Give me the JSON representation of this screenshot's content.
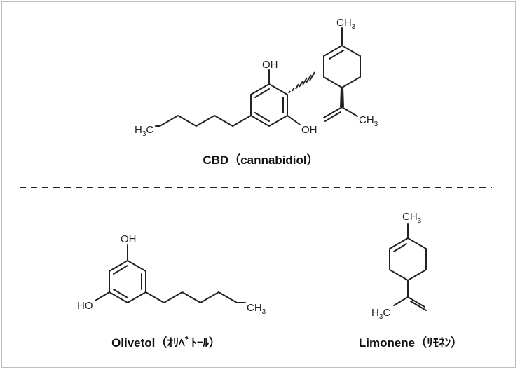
{
  "colors": {
    "border": "#f2c21a",
    "bond": "#222222",
    "divider": "#222222"
  },
  "cbd": {
    "caption": "CBD（cannabidiol）",
    "oh_top": "OH",
    "oh_bottom": "OH",
    "methyl_top": "CH",
    "methyl_top_sub": "3",
    "isopropenyl_methyl": "CH",
    "isopropenyl_methyl_sub": "3",
    "pentyl_start": "H",
    "pentyl_start_sub": "3",
    "pentyl_start_c": "C"
  },
  "olivetol": {
    "caption": "Olivetol（ｵﾘﾍﾞﾄｰﾙ）",
    "oh_top": "OH",
    "ho_left": "HO",
    "methyl_end": "CH",
    "methyl_end_sub": "3"
  },
  "limonene": {
    "caption": "Limonene（ﾘﾓﾈﾝ）",
    "methyl_top": "CH",
    "methyl_top_sub": "3",
    "h3c_h": "H",
    "h3c_sub": "3",
    "h3c_c": "C"
  }
}
